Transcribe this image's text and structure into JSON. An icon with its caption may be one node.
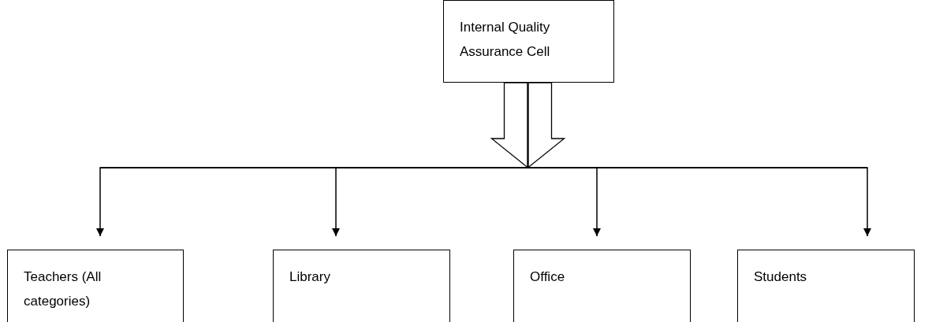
{
  "diagram": {
    "nodes": [
      {
        "text": [
          "Internal Quality Assurance Cell"
        ]
      },
      {
        "text": [
          "Teachers (All categories)"
        ]
      },
      {
        "text": [
          "Library"
        ]
      },
      {
        "text": [
          "Office"
        ]
      },
      {
        "text": [
          "Students"
        ]
      }
    ],
    "edges": [
      {
        "from": 0,
        "to": 1,
        "arrow": "to"
      },
      {
        "from": 0,
        "to": 2,
        "arrow": "to"
      },
      {
        "from": 0,
        "to": 3,
        "arrow": "to"
      },
      {
        "from": 0,
        "to": 4,
        "arrow": "to"
      }
    ]
  }
}
